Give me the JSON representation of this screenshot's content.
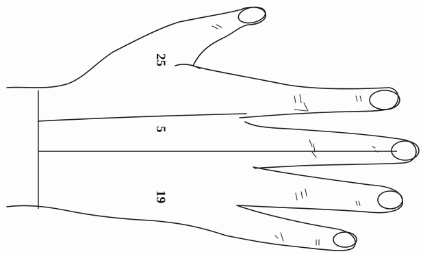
{
  "diagram": {
    "region_labels": [
      {
        "id": "thumb-region",
        "text": "25"
      },
      {
        "id": "middle-region",
        "text": "5"
      },
      {
        "id": "lower-region",
        "text": "19"
      }
    ],
    "colors": {
      "line": "#1a1a1a",
      "paper": "#fdfdfd"
    }
  }
}
